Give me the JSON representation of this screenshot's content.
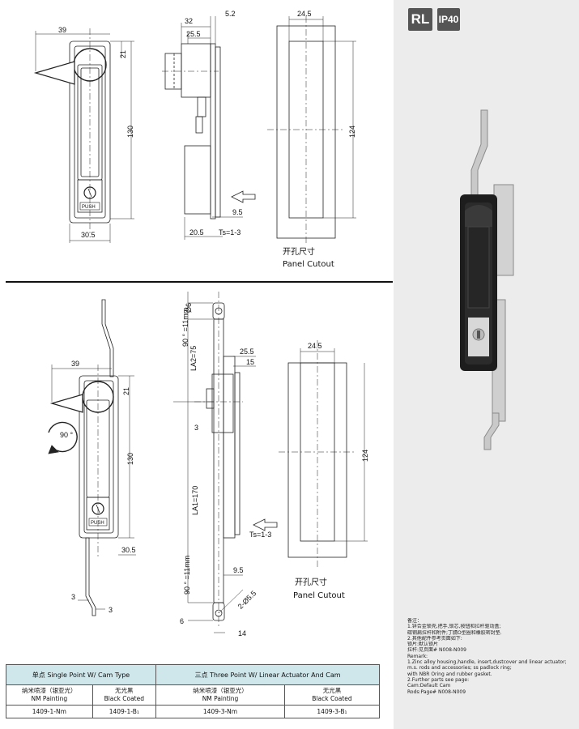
{
  "badges": {
    "series": "RL",
    "rating": "IP40"
  },
  "top_view": {
    "dims": {
      "width": "39",
      "head": "21",
      "height": "130",
      "base": "30.5",
      "button": "PUSH"
    },
    "side": {
      "d32": "32",
      "d52": "5.2",
      "d255": "25.5",
      "d95": "9.5",
      "d205": "20.5",
      "ts": "Ts=1-3"
    },
    "cutout": {
      "w": "24.5",
      "h": "124",
      "cn": "开孔尺寸",
      "en": "Panel Cutout"
    }
  },
  "bottom_view": {
    "dims": {
      "width": "39",
      "head": "21",
      "height": "130",
      "base": "30.5",
      "rot": "90 °",
      "d3a": "3",
      "d3b": "3",
      "button": "PUSH"
    },
    "side": {
      "d6top": "Ø6",
      "top11": "90 ° =11mm",
      "la2": "LA2=75",
      "d255": "25.5",
      "d15": "15",
      "d3": "3",
      "la1": "LA1=170",
      "ts": "Ts=1-3",
      "d95": "9.5",
      "hole": "2-Ø5.5",
      "bot11": "90 ° =11mm",
      "d6bot": "6",
      "d14": "14"
    },
    "cutout": {
      "w": "24.5",
      "h": "124",
      "cn": "开孔尺寸",
      "en": "Panel Cutout"
    }
  },
  "notes": [
    "备注：",
    "1.锌合金锁壳,把手,锁芯,按钮和拉杆驱动盒;",
    "碳钢扁拉杆和附件;丁腈O型圈和橡胶密封垫.",
    "2.其他配件参考页面如下:",
    "锁片:默认锁片",
    "拉杆:见页面# N008-N009",
    "Remark:",
    "1.Zinc alloy housing,handle, insert,dustcover and linear actuator;",
    "m.s. rods and accessories; ss padlock ring;",
    "with NBR Oring and rubber gasket.",
    "2.Further parts see page:",
    "Cam:Default Cam",
    "Rods:Page# N008-N009"
  ],
  "table": {
    "header": [
      "单点 Single Point W/ Cam Type",
      "三点 Three Point W/ Linear Actuator And Cam"
    ],
    "finishes": [
      {
        "cn": "纳米喷漆（银亚光）",
        "en": "NM Painting"
      },
      {
        "cn": "无光黑",
        "en": "Black Coated"
      },
      {
        "cn": "纳米喷漆（银亚光）",
        "en": "NM Painting"
      },
      {
        "cn": "无光黑",
        "en": "Black Coated"
      }
    ],
    "codes": [
      "1409-1-Nm",
      "1409-1-B₁",
      "1409-3-Nm",
      "1409-3-B₁"
    ]
  }
}
